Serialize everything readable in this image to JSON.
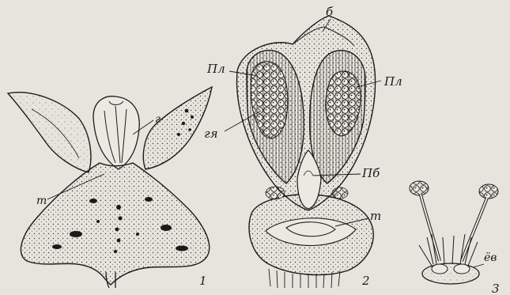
{
  "figure": {
    "panels": [
      {
        "number": "1",
        "labels": {
          "g": "г",
          "t": "т"
        }
      },
      {
        "number": "2",
        "labels": {
          "b": "б",
          "pl_left": "Пл",
          "pl_right": "Пл",
          "gya": "гя",
          "pb": "Пб",
          "t": "т"
        }
      },
      {
        "number": "3",
        "labels": {
          "yo": "ёв"
        }
      }
    ]
  }
}
